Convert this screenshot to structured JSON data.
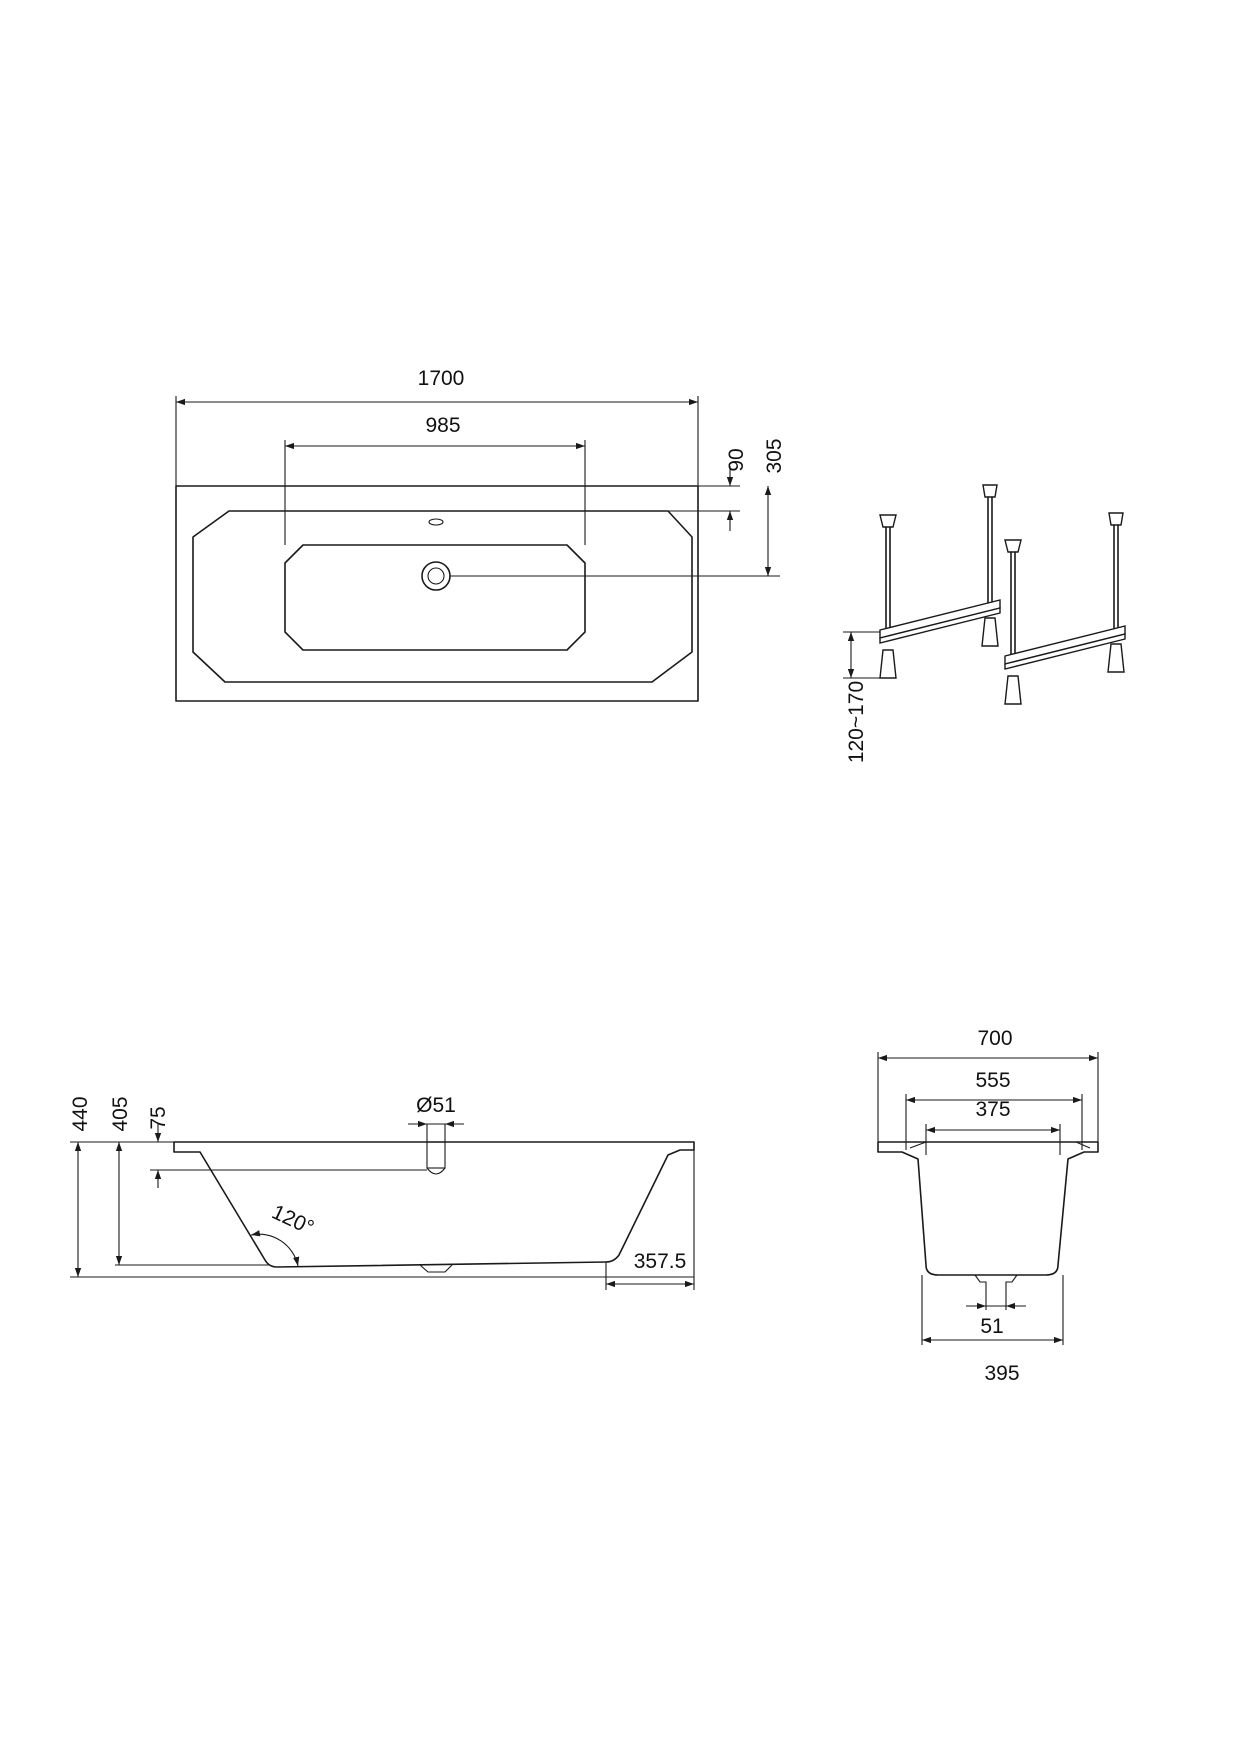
{
  "plan_view": {
    "overall_length": "1700",
    "inner_length": "985",
    "drain_offset_edge": "90",
    "drain_offset_center": "305"
  },
  "leg_frame": {
    "height_range": "120~170"
  },
  "side_section": {
    "overall_height": "440",
    "inner_depth": "405",
    "overflow_depth": "75",
    "overflow_diameter": "Ø51",
    "angle": "120°",
    "end_offset": "357.5"
  },
  "end_section": {
    "overall_width": "700",
    "rim_width": "555",
    "top_inner_width": "375",
    "waste_diameter": "51",
    "base_width": "395"
  }
}
